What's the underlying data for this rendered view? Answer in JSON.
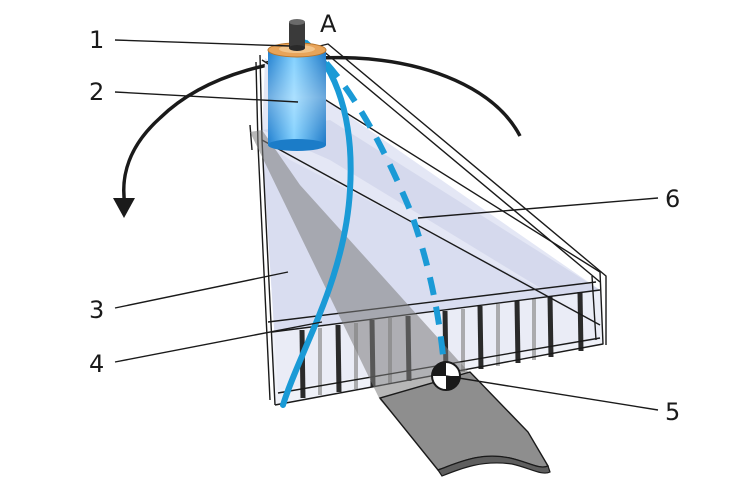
{
  "labels": {
    "point_a": "A",
    "n1": "1",
    "n2": "2",
    "n3": "3",
    "n4": "4",
    "n5": "5",
    "n6": "6"
  },
  "colors": {
    "line": "#1a1a1a",
    "tube_blue": "#1a9ad6",
    "cylinder_blue": "#2f9fe0",
    "cylinder_cap": "#e8a45a",
    "glass_fill": "#dfe3f3",
    "bar_grey": "#7a7a7a"
  },
  "icons": {
    "rotation_arrow": "curved-arrow-icon",
    "pivot_marker": "quartered-circle-icon"
  }
}
